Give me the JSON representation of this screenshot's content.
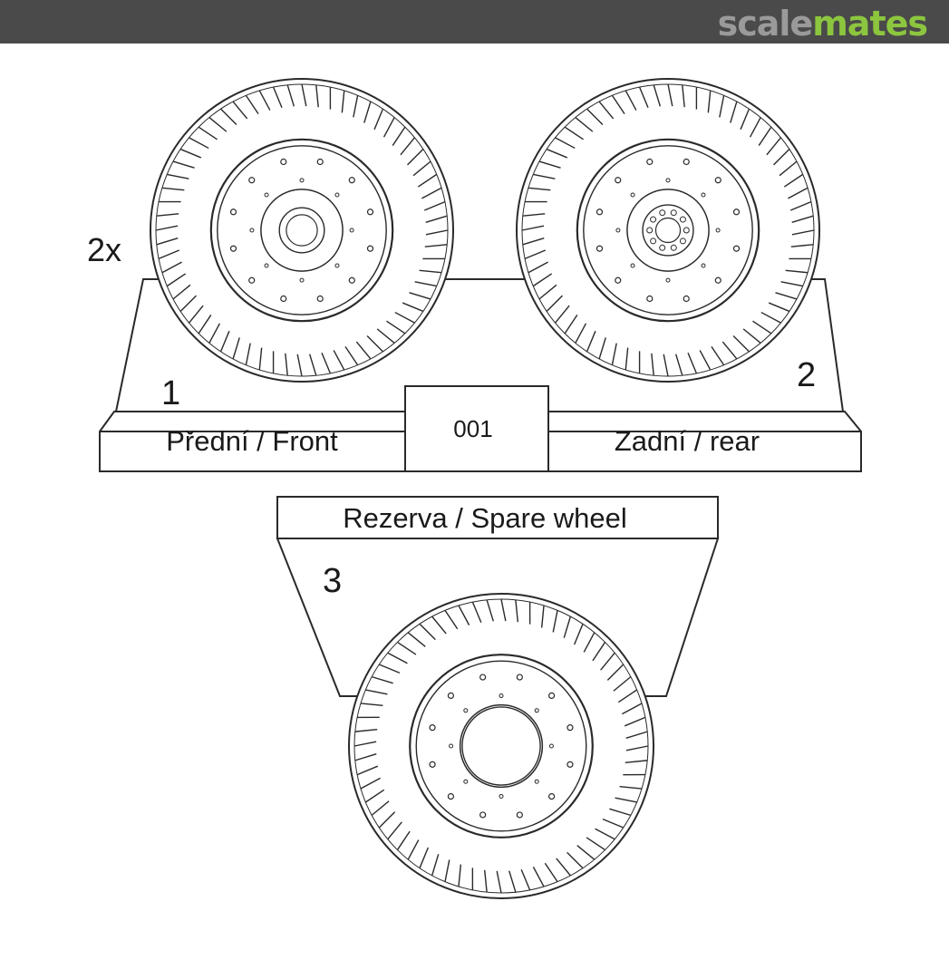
{
  "header": {
    "logo_part1": "scale",
    "logo_part2": "mates",
    "colors": {
      "bar": "#4a4a4a",
      "scale": "#9a9a9a",
      "mates": "#8cc63f"
    }
  },
  "diagram": {
    "quantity_label": "2x",
    "part_numbers": {
      "front": "1",
      "rear": "2",
      "spare": "3"
    },
    "labels": {
      "front": "Přední / Front",
      "code": "001",
      "rear": "Zadní / rear",
      "spare": "Rezerva / Spare wheel"
    }
  }
}
